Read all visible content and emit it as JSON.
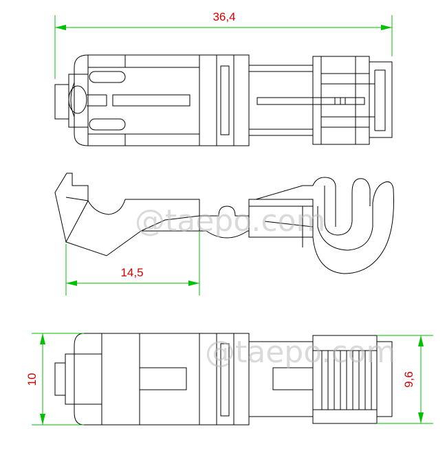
{
  "dimensions": {
    "overall_length": "36,4",
    "crimp_section_length": "14,5",
    "height_left": "10",
    "height_right": "9,6"
  },
  "watermark": {
    "text": "@taepo.com"
  },
  "colors": {
    "outline": "#000000",
    "dimension_line": "#00c000",
    "dimension_text": "#d00000",
    "watermark": "#bcbcbc"
  }
}
